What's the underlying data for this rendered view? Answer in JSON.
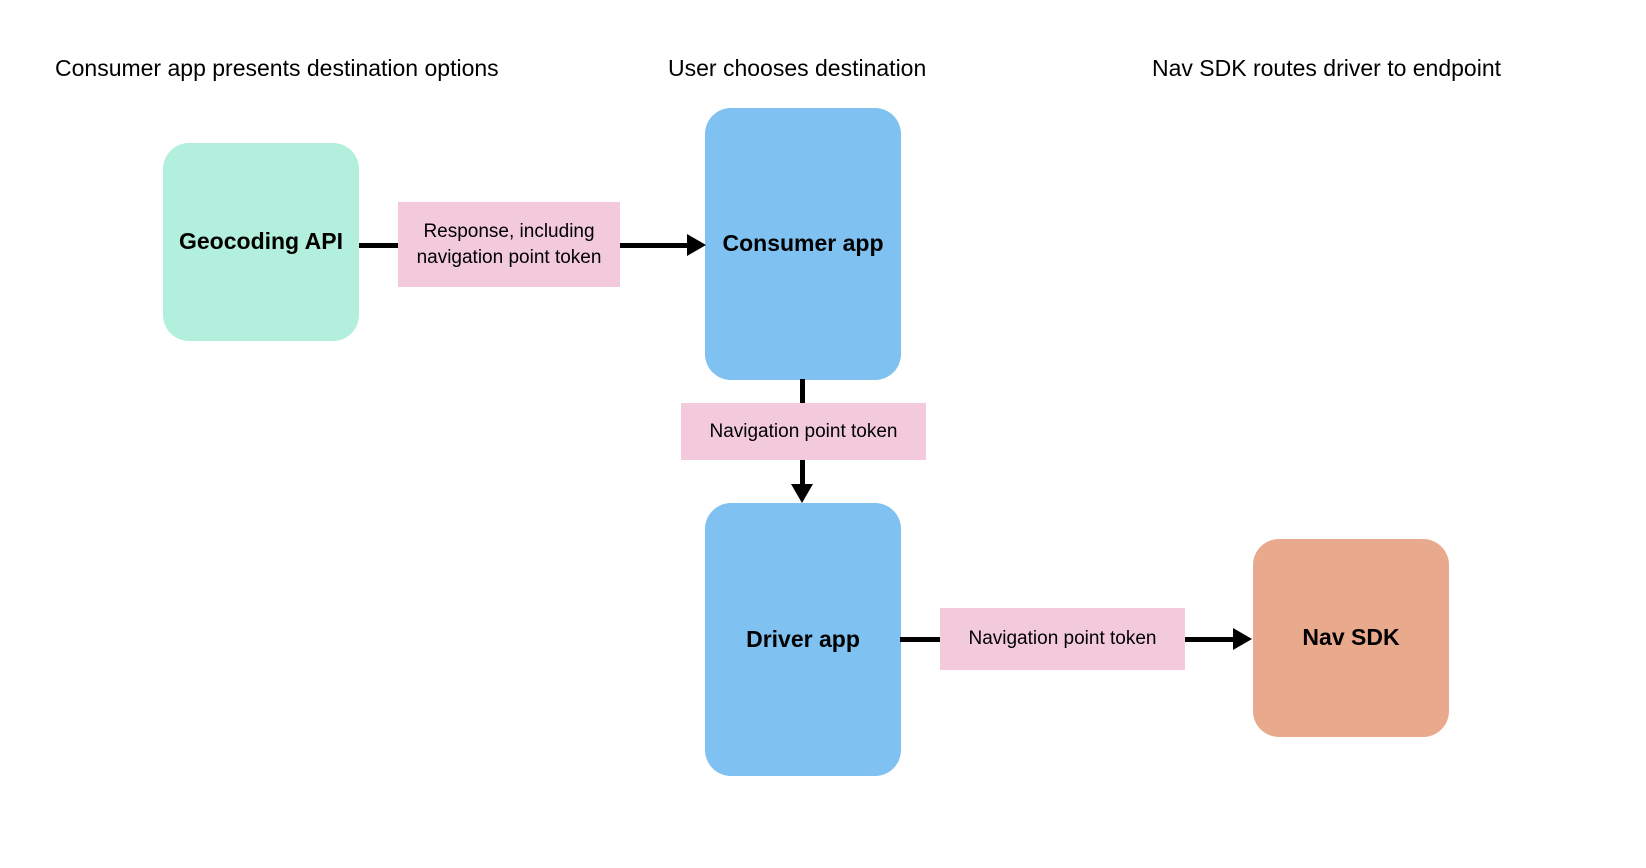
{
  "diagram": {
    "title_columns": [
      {
        "id": "consumer",
        "label": "Consumer app presents destination options"
      },
      {
        "id": "user",
        "label": "User chooses destination"
      },
      {
        "id": "navsdk",
        "label": "Nav SDK routes driver to endpoint"
      }
    ],
    "nodes": [
      {
        "id": "geocoding-api",
        "label": "Geocoding API",
        "color": "#b2efdc"
      },
      {
        "id": "consumer-app",
        "label": "Consumer app",
        "color": "#7fc1f0"
      },
      {
        "id": "driver-app",
        "label": "Driver app",
        "color": "#7fc1f0"
      },
      {
        "id": "nav-sdk",
        "label": "Nav SDK",
        "color": "#e9a98d"
      }
    ],
    "edge_labels": [
      {
        "id": "response-nav-point-token",
        "label": "Response, including navigation point token",
        "color": "#f2cadc",
        "from": "geocoding-api",
        "to": "consumer-app"
      },
      {
        "id": "navigation-point-token-vertical",
        "label": "Navigation point token",
        "color": "#f2cadc",
        "from": "consumer-app",
        "to": "driver-app"
      },
      {
        "id": "navigation-point-token-horizontal",
        "label": "Navigation point token",
        "color": "#f2cadc",
        "from": "driver-app",
        "to": "nav-sdk"
      }
    ],
    "colors": {
      "background": "#ffffff",
      "text": "#000000",
      "connector": "#000000",
      "mint": "#b2efdc",
      "blue": "#7fc1f0",
      "pink": "#f2cadc",
      "salmon": "#e9a98d"
    }
  }
}
